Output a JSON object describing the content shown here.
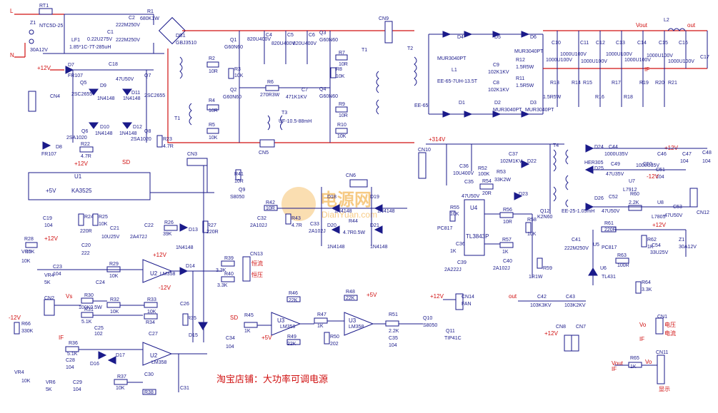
{
  "footer": {
    "shop_note": "淘宝店铺：大功率可调电源"
  },
  "watermark": {
    "name": "电源网",
    "url": "DianYuan.com"
  },
  "rails": {
    "plus12": "+12V",
    "minus12": "-12V",
    "plus5": "+5V",
    "plus314": "+314V",
    "vout": "Vout",
    "out": "out",
    "vs": "Vs",
    "if": "IF",
    "vo": "Vo",
    "sd": "SD"
  },
  "input": {
    "L": "L",
    "N": "N",
    "RT1": "RT1",
    "Z1": "Z1",
    "ntc": "NTC5D-25",
    "fuse": "30A12V",
    "LF1": "LF1",
    "lf1_val": "1.85*1C-7T-285uH",
    "C1": "C1",
    "c1_val": "0.22U275V",
    "C2": "C2",
    "c2_val": "222M250V",
    "c2b_val": "222M250V",
    "R1": "R1",
    "r1_val": "680K1W",
    "DB1": "DB1",
    "db1_val": "GBJ3510"
  },
  "bridge": {
    "C4": "C4",
    "c4_val": "820U400V",
    "C5": "C5",
    "c5_val": "820U400V",
    "C6": "C6",
    "c6_val": "820U400V",
    "Q1": "Q1",
    "q1_val": "G60N60",
    "Q2": "Q2",
    "q2_val": "G60N60",
    "Q3": "Q3",
    "q3_val": "G60N60",
    "Q4": "Q4",
    "q4_val": "G60N60",
    "R2": "R2",
    "R3": "R3",
    "R4": "R4",
    "R5": "R5",
    "R7": "R7",
    "R8": "R8",
    "R9": "R9",
    "R10": "R10",
    "r10": "10R",
    "r10k": "10K",
    "R6": "R6",
    "r6_val": "270R3W",
    "C7": "C7",
    "c7_val": "471K1KV",
    "T1": "T1",
    "T3": "T3",
    "t3_val": "UF-10.5-88mH",
    "CN5": "CN5",
    "CN9": "CN9"
  },
  "output": {
    "T2": "T2",
    "L1": "L1",
    "l1_val": "EE-65-7UH-13.5T",
    "ee65": "EE-65",
    "D4": "D4",
    "D5": "D5",
    "D6": "D6",
    "D1": "D1",
    "D2": "D2",
    "D3": "D3",
    "mur": "MUR3040PT",
    "C9": "C9",
    "c9_val": "102K1KV",
    "C8": "C8",
    "c8_val": "102K1KV",
    "R11": "R11",
    "R12": "R12",
    "r_snub": "1.5R5W",
    "C10": "C10",
    "C11": "C11",
    "C12": "C12",
    "C13": "C13",
    "C14": "C14",
    "C15": "C15",
    "C16": "C16",
    "C17": "C17",
    "cout_val": "1000U100V",
    "R13": "R13",
    "R14": "R14",
    "R15": "R15",
    "R16": "R16",
    "R17": "R17",
    "R18": "R18",
    "R19": "R19",
    "R20": "R20",
    "R21": "R21",
    "L2": "L2"
  },
  "driver": {
    "D7": "D7",
    "D8": "D8",
    "fr107": "FR107",
    "C18": "C18",
    "c18_val": "47U50V",
    "Q5": "Q5",
    "q5_val": "2SC2655",
    "Q7": "Q7",
    "q7_val": "2SC2655",
    "Q6": "Q6",
    "q6_val": "2SA1020",
    "Q8": "Q8",
    "q8_val": "2SA1020",
    "D9": "D9",
    "D10": "D10",
    "D11": "D11",
    "D12": "D12",
    "in4148": "1N4148",
    "R22": "R22",
    "r22_val": "4.7R",
    "R23": "R23",
    "r23_val": "4.7R",
    "CN4": "CN4",
    "U1": "U1",
    "u1_val": "KA3525",
    "C19": "C19",
    "c19_val": "104",
    "R24": "R24",
    "r24_val": "220R",
    "R25": "R25",
    "r25_val": "10K",
    "C20": "C20",
    "c20_val": "222",
    "C21": "C21",
    "c21_val": "10U25V",
    "C22": "C22",
    "c22_val": "2A472J",
    "R26": "R26",
    "r26_val": "39K",
    "R27": "R27",
    "r27_val": "220R",
    "D13": "D13",
    "CN3": "CN3",
    "R41": "R41",
    "r41_val": "10R",
    "Q9": "Q9",
    "q9_val": "S8050",
    "R42": "R42",
    "r42_val": "10R",
    "C32": "C32",
    "c32_val": "2A102J",
    "R43": "R43",
    "r43_val": "4.7R",
    "C33": "C33",
    "c33_val": "2A102J",
    "CN6": "CN6",
    "D18": "D18",
    "D19": "D19",
    "D20": "D20",
    "D21": "D21",
    "R44": "R44",
    "r44_val": "4.7R0.5W"
  },
  "aux": {
    "CN10": "CN10",
    "C36": "C36",
    "c36_val": "10U400V",
    "C37": "C37",
    "c37_val": "102M1KV",
    "R52": "R52",
    "r52_val": "100K",
    "R53": "R53",
    "r53_val": "33K2W",
    "D22": "D22",
    "D23": "D23",
    "T4": "T4",
    "t4_val": "EE-25-1.05mH",
    "C35": "C35",
    "c35_val": "47U50V",
    "R54": "R54",
    "r54_val": "20R",
    "U4": "U4",
    "u4_val": "TL3843P",
    "R55": "R55",
    "r55_val": "10K",
    "R56": "R56",
    "r56_val": "10R",
    "R57": "R57",
    "r57_val": "1K",
    "R58": "R58",
    "r58_val": "10K",
    "Q12": "Q12",
    "q12_val": "K2N60",
    "C39": "C39",
    "c39_val": "2A222J",
    "C40": "C40",
    "c40_val": "2A102J",
    "R59": "R59",
    "r59_val": "1R1W",
    "U5": "U5",
    "u5_val": "PC817",
    "D24": "D24",
    "d24_val": "HER305",
    "C44": "C44",
    "c44_val": "1000U35V",
    "C46": "C46",
    "c46_val": "1000U35V",
    "C47": "C47",
    "c47_val": "104",
    "C48": "C48",
    "c48_val": "104",
    "D25": "D25",
    "D26": "D26",
    "C49": "C49",
    "c49_val": "47U35V",
    "C50": "C50",
    "C51": "C51",
    "c51_val": "104",
    "U7": "U7",
    "u7_val": "L7912",
    "C52": "C52",
    "c52_val": "47U50V",
    "R60": "R60",
    "r60_val": "2.2K",
    "U8": "U8",
    "u8_val": "L7805",
    "C53": "C53",
    "c53_val": "47U50V",
    "CN12": "CN12",
    "R61": "R61",
    "r61_val": "220R",
    "C41": "C41",
    "c41_val": "222M250V",
    "R62": "R62",
    "r62_val": "1K",
    "C54": "C54",
    "c54_val": "33U25V",
    "R63": "R63",
    "r63_val": "100R",
    "U6": "U6",
    "u6_val": "TL431",
    "Z1b": "Z1",
    "z1b_val": "30A12V",
    "R64": "R64",
    "r64_val": "3.3K",
    "C42": "C42",
    "c42_val": "103K3KV",
    "C43": "C43",
    "c43_val": "103K2KV",
    "CN8": "CN8",
    "CN7": "CN7"
  },
  "control": {
    "R28": "R28",
    "r28_val": "10K",
    "VR5": "VR5",
    "vr5_val": "10K",
    "VR4": "VR4",
    "vr4_val": "5K",
    "C23": "C23",
    "c23_val": "104",
    "C24": "C24",
    "R29": "R29",
    "r29_val": "10K",
    "U2": "U2",
    "u2_val": "LM358",
    "D14": "D14",
    "R39": "R39",
    "r39_val": "3.3K",
    "R40": "R40",
    "r40_val": "3.3K",
    "CN13": "CN13",
    "cn13_a": "恒流",
    "cn13_b": "恒压",
    "CN2": "CN2",
    "R30": "R30",
    "r30_val": "100K0.5W",
    "R31": "R31",
    "r31_val": "5.1K",
    "C25": "C25",
    "c25_val": "102",
    "R32": "R32",
    "r32_val": "10K",
    "R33": "R33",
    "r33_val": "10K",
    "R34": "R34",
    "C26": "C26",
    "R35": "R35",
    "C27": "C27",
    "D15": "D15",
    "R66": "R66",
    "r66_val": "330K",
    "R36": "R36",
    "r36_val": "5.1K",
    "D16": "D16",
    "D17": "D17",
    "C28": "C28",
    "c28_val": "104",
    "VR6": "VR6",
    "vr6_val": "5K",
    "VR4b": "VR4",
    "vr4b_val": "10K",
    "C29": "C29",
    "c29_val": "104",
    "R37": "R37",
    "r37_val": "10K",
    "R38": "R38",
    "C30": "C30",
    "C31": "C31",
    "R45": "R45",
    "r45_val": "1K",
    "C34": "C34",
    "c34_val": "104",
    "R46": "R46",
    "r46_val": "22K",
    "R47": "R47",
    "r47_val": "1K",
    "R48": "R48",
    "r48_val": "22K",
    "R49": "R49",
    "r49_val": "22K",
    "R50": "R50",
    "r50_val": "202",
    "U3": "U3",
    "u3_val": "LM358",
    "R51": "R51",
    "r51_val": "2.2K",
    "C35b": "C35",
    "c35b_val": "104",
    "Q10": "Q10",
    "q10_val": "S8050",
    "Q11": "Q11",
    "q11_val": "TIP41C",
    "CN14": "CN14",
    "fan": "FAN",
    "CN1": "CN1",
    "cn1_a": "电压",
    "cn1_b": "电流",
    "R65": "R65",
    "r65_val": "1K",
    "CN11": "CN11",
    "cn11_val": "显示"
  }
}
